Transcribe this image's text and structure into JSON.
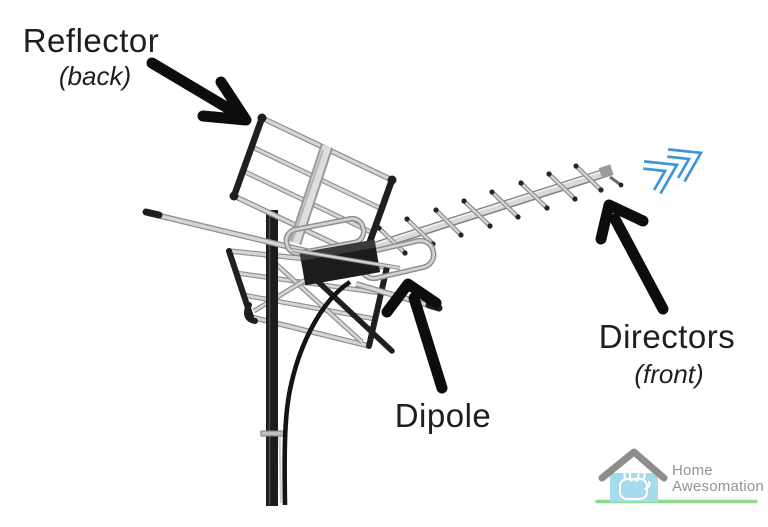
{
  "diagram": {
    "subject": "outdoor-yagi-tv-antenna-parts-diagram",
    "labels": {
      "reflector": {
        "title": "Reflector",
        "subtitle": "(back)"
      },
      "dipole": {
        "title": "Dipole"
      },
      "directors": {
        "title": "Directors",
        "subtitle": "(front)"
      }
    },
    "parts": [
      "reflector-grid",
      "dipole",
      "directors",
      "boom",
      "mast",
      "coax-cable"
    ],
    "colors": {
      "label_text": "#1e1e1e",
      "arrow_black": "#0d0d0d",
      "chevron_blue": "#3e97d4",
      "antenna_silver": "#d6d6d6",
      "antenna_dark": "#1f1f1f"
    }
  },
  "logo": {
    "line1": "Home",
    "line2": "Awesomation",
    "colors": {
      "text": "#949494",
      "house": "#a7daec",
      "roof": "#8d8d8d",
      "hand": "#ffffff",
      "underline": "#8edc8a"
    }
  }
}
